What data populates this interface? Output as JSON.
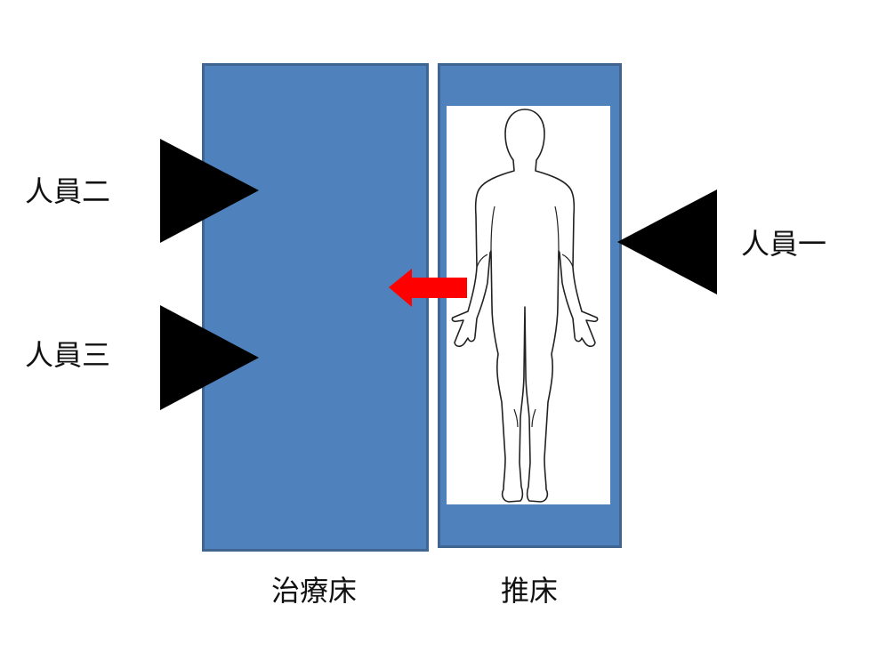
{
  "diagram": {
    "staff": {
      "staff_one": "人員一",
      "staff_two": "人員二",
      "staff_three": "人員三"
    },
    "beds": {
      "treatment_bed": "治療床",
      "stretcher": "推床"
    },
    "colors": {
      "bed_fill": "#4f81bd",
      "bed_border": "#3f6590",
      "arrow": "#ff0000",
      "staff_marker": "#000000"
    },
    "icons": {
      "patient": "human-body-outline",
      "transfer": "arrow-left",
      "staff_position": "triangle-marker"
    }
  }
}
